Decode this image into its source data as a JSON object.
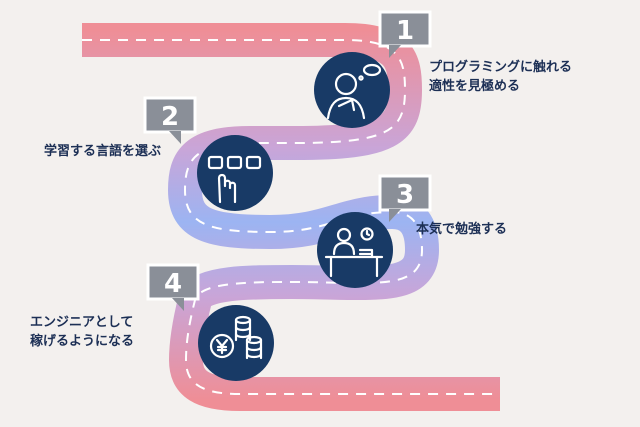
{
  "colors": {
    "background": "#f3f0ee",
    "road_red": "#ef8e96",
    "road_purple": "#c9a5d8",
    "road_blue": "#9cb4f2",
    "road_dash": "#ffffff",
    "circle": "#183a66",
    "badge_fill": "#8a8f98",
    "badge_border": "#ffffff",
    "label_text": "#1c2f55"
  },
  "steps": [
    {
      "number": "1",
      "lines": [
        "プログラミングに触れる",
        "適性を見極める"
      ],
      "icon": "thinking-person-icon"
    },
    {
      "number": "2",
      "lines": [
        "学習する言語を選ぶ"
      ],
      "icon": "hand-pointing-keys-icon"
    },
    {
      "number": "3",
      "lines": [
        "本気で勉強する"
      ],
      "icon": "person-studying-desk-icon"
    },
    {
      "number": "4",
      "lines": [
        "エンジニアとして",
        "稼げるようになる"
      ],
      "icon": "yen-coins-icon"
    }
  ]
}
